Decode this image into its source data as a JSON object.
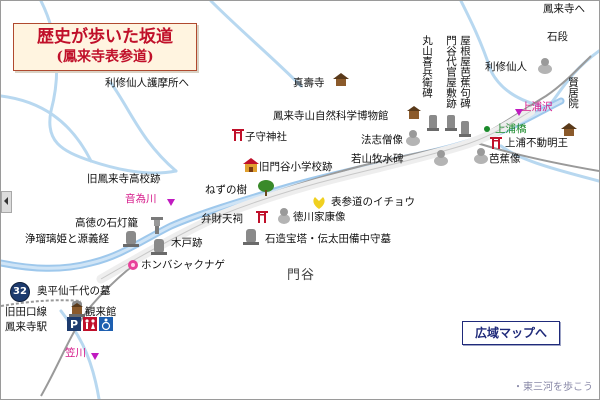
{
  "title": {
    "main": "歴史が歩いた坂道",
    "sub": "(鳳来寺表参道)"
  },
  "labels": {
    "horaiji_dest": "鳳来寺へ",
    "ishidan": "石段",
    "rishu_sennin": "利修仙人",
    "kenkyoin": "賢居院",
    "kamiurasawa": "上浦沢",
    "kamiurabashi": "上浦橋",
    "kamiura_fudo": "上浦不動明王",
    "basho_zo": "芭蕉像",
    "rishu_gomajo": "利修仙人護摩所へ",
    "shinsoji": "真壽寺",
    "museum": "鳳来寺山自然科学博物館",
    "koyomori": "子守神社",
    "hoshi": "法志僧像",
    "wakayama": "若山牧水碑",
    "kyu_monya_school": "旧門谷小学校跡",
    "kyu_horaiji_high": "旧鳳来寺高校跡",
    "nezu_tree": "ねずの樹",
    "omotesando_icho": "表参道のイチョウ",
    "otowagawa": "音為川",
    "bentenshi": "弁財天祠",
    "tokugawa_ieyasu": "徳川家康像",
    "kotoku_toro": "高徳の石灯籠",
    "joruri": "浄瑠璃姫と源義経",
    "sekizo_hoto": "石造宝塔・伝太田備中守墓",
    "kimon": "木戸跡",
    "hotsu_shakunage": "ホンバシャクナゲ",
    "monya": "門谷",
    "route_no": "32",
    "okuhira_tomb": "奥平仙千代の墓",
    "kyu_tagu_line": "旧田口線",
    "kankokan": "観来館",
    "horaiji_station": "鳳来寺駅",
    "kasagawa": "笠川",
    "wide_map_button": "広域マップへ",
    "credit": "・東三河を歩こう",
    "vert_maru": "丸山喜兵衛碑",
    "vert_mon": "門谷代官屋敷跡",
    "vert_okuya": "屋根屋芭蕉句碑"
  }
}
